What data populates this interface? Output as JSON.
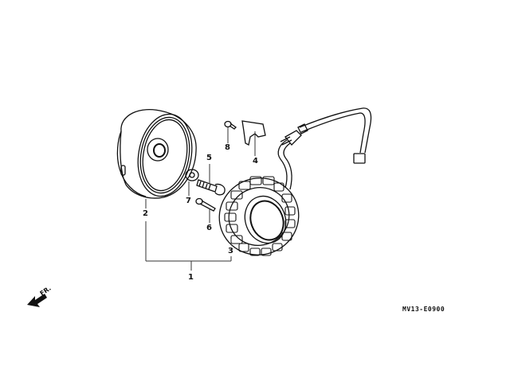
{
  "diagram": {
    "title": "Alternator / Generator exploded parts view",
    "code": "MV13-E0900",
    "direction_indicator": "FR.",
    "callouts": [
      {
        "number": "1",
        "part": "alternator-assembly"
      },
      {
        "number": "2",
        "part": "flywheel-rotor"
      },
      {
        "number": "3",
        "part": "stator"
      },
      {
        "number": "4",
        "part": "wire-clamp"
      },
      {
        "number": "5",
        "part": "flange-bolt"
      },
      {
        "number": "6",
        "part": "stator-bolt"
      },
      {
        "number": "7",
        "part": "washer"
      },
      {
        "number": "8",
        "part": "clamp-screw"
      }
    ],
    "colors": {
      "line": "#111111",
      "background": "#ffffff"
    }
  }
}
